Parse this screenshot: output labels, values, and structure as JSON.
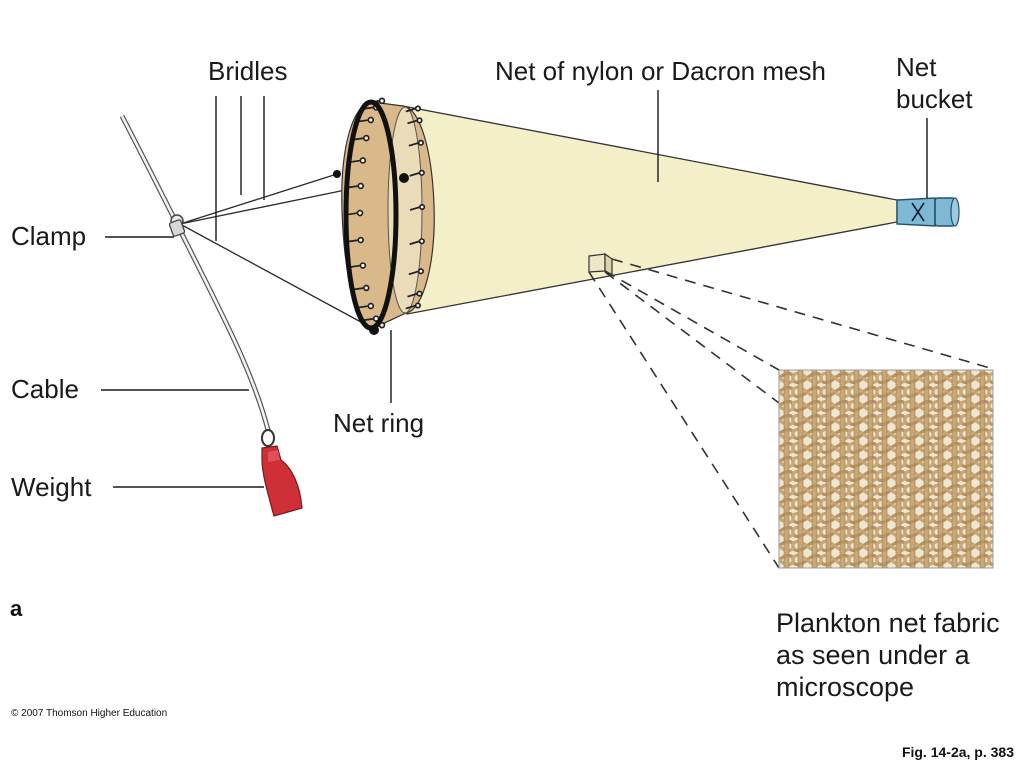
{
  "labels": {
    "bridles": "Bridles",
    "clamp": "Clamp",
    "cable": "Cable",
    "weight": "Weight",
    "net_ring": "Net ring",
    "net_mesh": "Net of nylon or Dacron mesh",
    "net_bucket_line1": "Net",
    "net_bucket_line2": "bucket",
    "fabric_line1": "Plankton net fabric",
    "fabric_line2": "as seen under a",
    "fabric_line3": "microscope"
  },
  "panel_letter": "a",
  "copyright": "© 2007 Thomson Higher Education",
  "figure_ref": "Fig. 14-2a, p. 383",
  "colors": {
    "net_cone": "#f3efc8",
    "ring_band": "#d9b98a",
    "ring_frame": "#111111",
    "bucket": "#7fb8d4",
    "weight": "#cf2f36",
    "fabric_bg": "#ece3cf",
    "fabric_strand": "#c9a877"
  },
  "icons": {
    "weight": "weight-icon",
    "net_bucket": "net-bucket-icon",
    "clamp": "clamp-icon"
  }
}
